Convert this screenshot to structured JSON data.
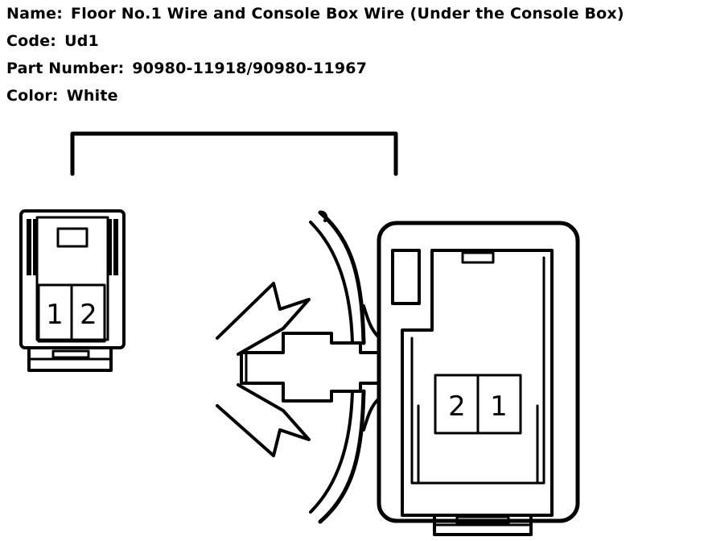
{
  "header": {
    "name_label": "Name:",
    "name_value": "Floor No.1 Wire and Console Box Wire (Under the Console Box)",
    "code_label": "Code:",
    "code_value": "Ud1",
    "part_label": "Part Number:",
    "part_value": "90980-11918/90980-11967",
    "color_label": "Color:",
    "color_value": "White"
  },
  "connectors": {
    "left_pins": [
      "1",
      "2"
    ],
    "right_pins": [
      "2",
      "1"
    ]
  }
}
